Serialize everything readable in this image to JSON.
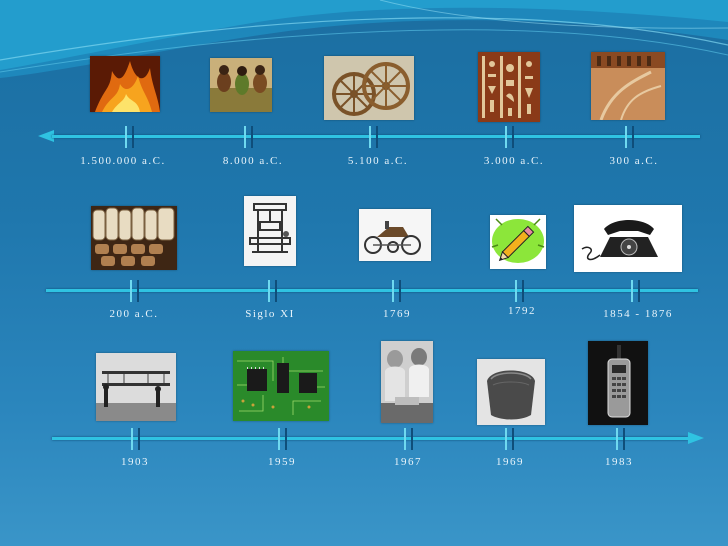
{
  "rows": [
    {
      "items": [
        {
          "date": "1.500.000 a.C.",
          "icon": "fire-image"
        },
        {
          "date": "8.000 a.C.",
          "icon": "farmers-image"
        },
        {
          "date": "5.100 a.C.",
          "icon": "wheel-image"
        },
        {
          "date": "3.000 a.C.",
          "icon": "hieroglyphs-image"
        },
        {
          "date": "300 a.C.",
          "icon": "papyrus-image"
        }
      ]
    },
    {
      "items": [
        {
          "date": "200 a.C.",
          "icon": "scrolls-image"
        },
        {
          "date": "Siglo XI",
          "icon": "printing-press-image"
        },
        {
          "date": "1769",
          "icon": "early-car-image"
        },
        {
          "date": "1792",
          "icon": "pencil-image"
        },
        {
          "date": "1854 - 1876",
          "icon": "telephone-image"
        }
      ]
    },
    {
      "items": [
        {
          "date": "1903",
          "icon": "airplane-image"
        },
        {
          "date": "1959",
          "icon": "circuit-board-image"
        },
        {
          "date": "1967",
          "icon": "surgery-image"
        },
        {
          "date": "1969",
          "icon": "mouse-image"
        },
        {
          "date": "1983",
          "icon": "mobile-phone-image"
        }
      ]
    }
  ],
  "colors": {
    "timeline_line": "#2fc3e2",
    "label_text": "#e9f4fb",
    "background_top": "#1b6ea1",
    "background_bottom": "#3a95c8"
  }
}
